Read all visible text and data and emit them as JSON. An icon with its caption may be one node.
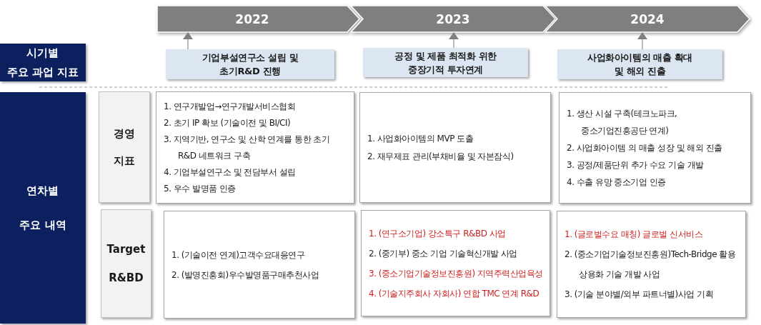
{
  "diagram": {
    "nodes": [
      {
        "text": [
          "2022"
        ]
      },
      {
        "text": [
          "2023"
        ]
      },
      {
        "text": [
          "2024"
        ]
      },
      {
        "text": [
          "시기별 주요 과업 지표"
        ]
      },
      {
        "text": [
          "기업부설연구소 설립 및 초기R&D 진행"
        ]
      },
      {
        "text": [
          "공정 및 제품 최적화 위한 중장기적 투자연계"
        ]
      },
      {
        "text": [
          "사업화아이템의 매출 확대 및 해외 진출"
        ]
      },
      {
        "text": [
          "연차별 주요 내역"
        ]
      },
      {
        "text": [
          "경영 지표"
        ]
      },
      {
        "text": [
          "1. 연구개발업→연구개발서비스협회",
          "2. 초기 IP 확보 (기술이전 및 BI/CI)",
          "3. 지역기반, 연구소 및 산학 연계를 통한 초기 R&D 네트워크 구축",
          "4. 기업부설연구소 및 전담부서 설립",
          "5. 우수 발명품 인증"
        ]
      },
      {
        "text": [
          "1. 사업화아이템의 MVP 도출",
          "2. 재무제표 관리(부채비율 및 자본잠식)"
        ]
      },
      {
        "text": [
          "1. 생산 시설 구축(테크노파크, 중소기업진흥공단 연계)",
          "2. 사업화아이템 의 매출 성장 및 해외 진출",
          "3. 공정/제품단위 추가 수요 기술 개발",
          "4. 수출 유망 중소기업 인증"
        ]
      },
      {
        "text": [
          "Target R&BD"
        ]
      },
      {
        "text": [
          "1. (기술이전 연계)고객수요대응연구",
          "2. (발명진흥회)우수발명품구매추천사업"
        ]
      },
      {
        "text": [
          "1. (연구소기업) 강소특구 R&BD 사업",
          "2. (중기부) 중소 기업 기술혁신개발 사업",
          "3. (중소기업기술정보진흥원) 지역주력산업육성",
          "4. (기술지주회사 자회사) 연합 TMC 연계 R&D"
        ]
      },
      {
        "text": [
          "1. (글로벌수요 매칭) 글로벌 신서비스",
          "2. (중소기업기술정보진흥원)Tech-Bridge 활용 상용화 기술 개발 사업",
          "3. (기술 분야별/외부 파트너별)사업 기획"
        ]
      }
    ],
    "edges": [
      {
        "from": 4,
        "to": 0,
        "arrow": "to"
      },
      {
        "from": 5,
        "to": 1,
        "arrow": "to"
      },
      {
        "from": 6,
        "to": 2,
        "arrow": "to"
      }
    ]
  }
}
